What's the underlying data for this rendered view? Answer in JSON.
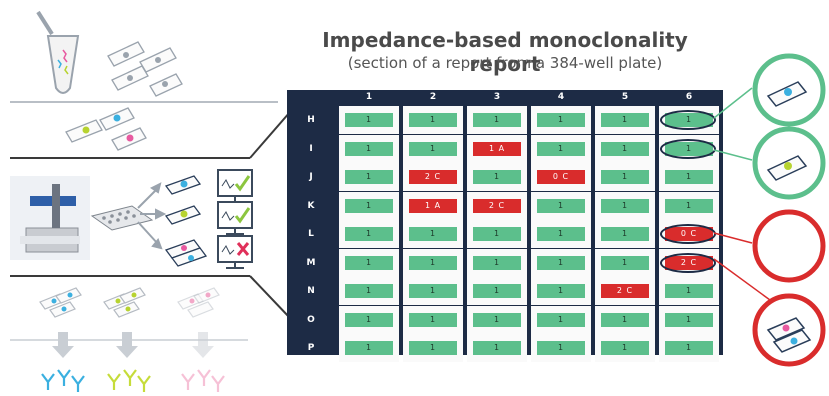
{
  "title": "Impedance-based monoclonality report",
  "subtitle": "(section of a report from a 384-well plate)",
  "columns": [
    "1",
    "2",
    "3",
    "4",
    "5",
    "6"
  ],
  "rows": [
    {
      "label": "H",
      "cells": [
        "1",
        "1",
        "1",
        "1",
        "1",
        "1"
      ]
    },
    {
      "label": "I",
      "cells": [
        "1",
        "1",
        "1 A",
        "1",
        "1",
        "1"
      ]
    },
    {
      "label": "J",
      "cells": [
        "1",
        "2 C",
        "1",
        "0 C",
        "1",
        "1"
      ]
    },
    {
      "label": "K",
      "cells": [
        "1",
        "1 A",
        "2 C",
        "1",
        "1",
        "1"
      ]
    },
    {
      "label": "L",
      "cells": [
        "1",
        "1",
        "1",
        "1",
        "1",
        "0 C"
      ]
    },
    {
      "label": "M",
      "cells": [
        "1",
        "1",
        "1",
        "1",
        "1",
        "2 C"
      ]
    },
    {
      "label": "N",
      "cells": [
        "1",
        "1",
        "1",
        "1",
        "2 C",
        "1"
      ]
    },
    {
      "label": "O",
      "cells": [
        "1",
        "1",
        "1",
        "1",
        "1",
        "1"
      ]
    },
    {
      "label": "P",
      "cells": [
        "1",
        "1",
        "1",
        "1",
        "1",
        "1"
      ]
    }
  ],
  "highlighted_wells": [
    "H6",
    "I6",
    "L6",
    "M6"
  ],
  "callouts": [
    {
      "well": "H6",
      "status": "single-cell",
      "color": "#5cbf8c"
    },
    {
      "well": "I6",
      "status": "single-cell",
      "color": "#5cbf8c"
    },
    {
      "well": "L6",
      "status": "empty",
      "color": "#d92c2c"
    },
    {
      "well": "M6",
      "status": "two-cells",
      "color": "#d92c2c"
    }
  ],
  "colors": {
    "pass": "#5cbf8c",
    "fail": "#d92c2c",
    "plate": "#1d2b45",
    "check": "#8cc63f",
    "cross": "#e0305a"
  },
  "icons": [
    "pipette-tube-icon",
    "cell-icon",
    "dispenser-robot-icon",
    "multiwell-plate-icon",
    "monitor-check-icon",
    "monitor-cross-icon",
    "antibody-icon",
    "arrow-down-icon"
  ]
}
